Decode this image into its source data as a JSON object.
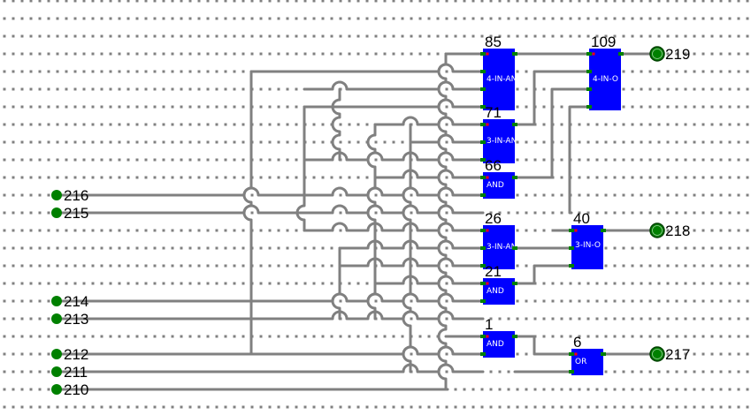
{
  "inputs": [
    {
      "id": "216",
      "label": "216"
    },
    {
      "id": "215",
      "label": "215"
    },
    {
      "id": "214",
      "label": "214"
    },
    {
      "id": "213",
      "label": "213"
    },
    {
      "id": "212",
      "label": "212"
    },
    {
      "id": "211",
      "label": "211"
    },
    {
      "id": "210",
      "label": "210"
    }
  ],
  "outputs": [
    {
      "id": "219",
      "label": "219"
    },
    {
      "id": "218",
      "label": "218"
    },
    {
      "id": "217",
      "label": "217"
    }
  ],
  "gates": [
    {
      "id": "85",
      "number": "85",
      "type": "4-IN-AND",
      "text": "4-IN-AN"
    },
    {
      "id": "71",
      "number": "71",
      "type": "3-IN-AND",
      "text": "3-IN-AN"
    },
    {
      "id": "66",
      "number": "66",
      "type": "AND",
      "text": "AND"
    },
    {
      "id": "109",
      "number": "109",
      "type": "4-IN-OR",
      "text": "4-IN-O"
    },
    {
      "id": "26",
      "number": "26",
      "type": "3-IN-AND",
      "text": "3-IN-AN"
    },
    {
      "id": "21",
      "number": "21",
      "type": "AND",
      "text": "AND"
    },
    {
      "id": "40",
      "number": "40",
      "type": "3-IN-OR",
      "text": "3-IN-O"
    },
    {
      "id": "1",
      "number": "1",
      "type": "AND",
      "text": "AND"
    },
    {
      "id": "6",
      "number": "6",
      "type": "OR",
      "text": "OR"
    }
  ],
  "colors": {
    "gate": "#0000ff",
    "wire": "#808080",
    "node": "#008000",
    "pin": "#008000",
    "pin_dot": "#ff0000",
    "grid_dot": "#808080",
    "background": "#ffffff"
  }
}
